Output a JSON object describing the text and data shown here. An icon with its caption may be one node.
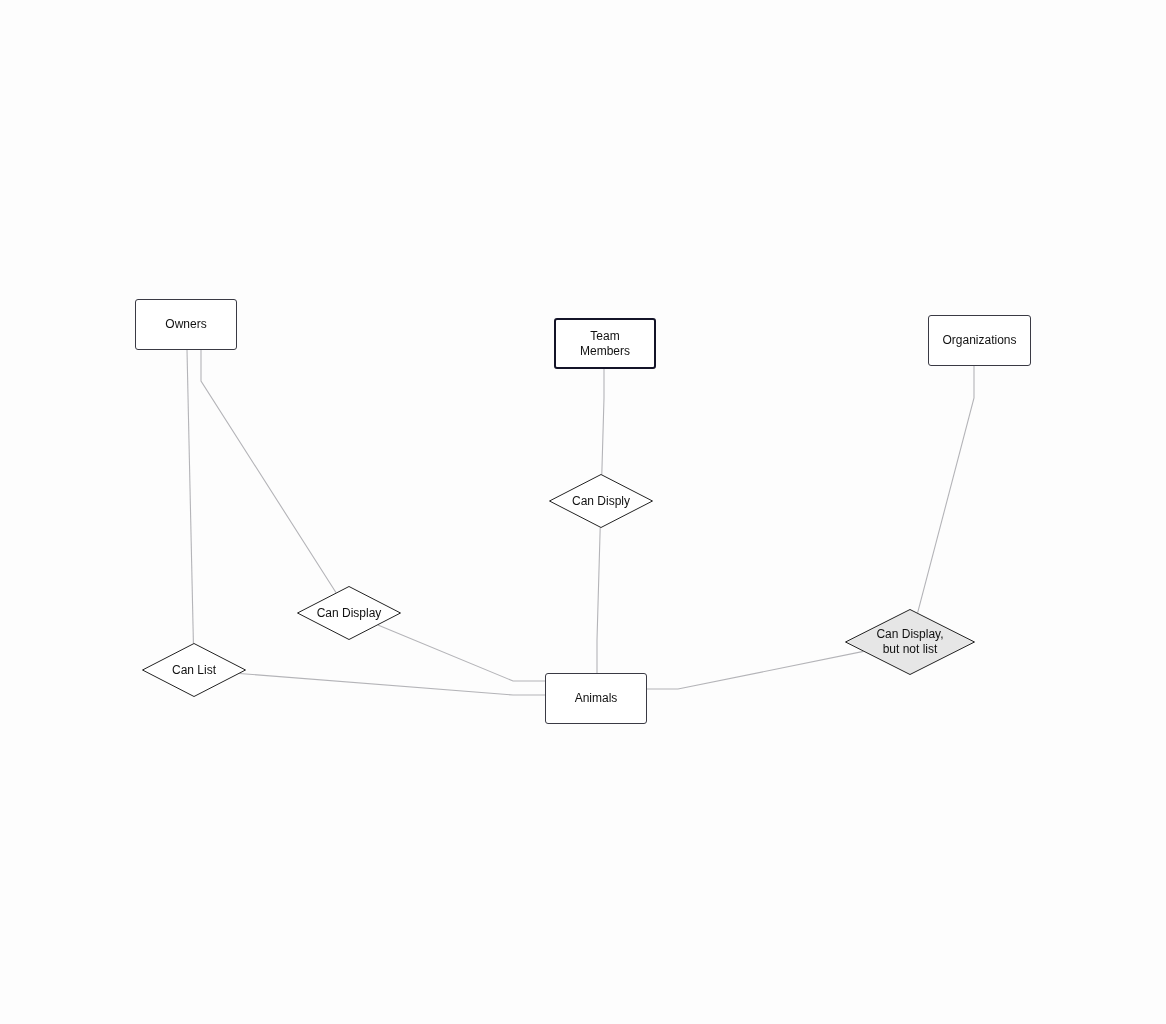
{
  "diagram": {
    "nodes": [
      {
        "text": [
          "Owners"
        ]
      },
      {
        "text": [
          "Team Members"
        ]
      },
      {
        "text": [
          "Organizations"
        ]
      },
      {
        "text": [
          "Can Disply"
        ]
      },
      {
        "text": [
          "Can Display"
        ]
      },
      {
        "text": [
          "Can List"
        ]
      },
      {
        "text": [
          "Animals"
        ]
      },
      {
        "text": [
          "Can Display, but not list"
        ]
      }
    ],
    "edges": [
      {
        "from": 0,
        "to": 5,
        "arrow": "none"
      },
      {
        "from": 0,
        "to": 4,
        "arrow": "none"
      },
      {
        "from": 1,
        "to": 3,
        "arrow": "none"
      },
      {
        "from": 3,
        "to": 6,
        "arrow": "none"
      },
      {
        "from": 4,
        "to": 6,
        "arrow": "none"
      },
      {
        "from": 5,
        "to": 6,
        "arrow": "none"
      },
      {
        "from": 6,
        "to": 7,
        "arrow": "none"
      },
      {
        "from": 2,
        "to": 7,
        "arrow": "none"
      }
    ]
  }
}
